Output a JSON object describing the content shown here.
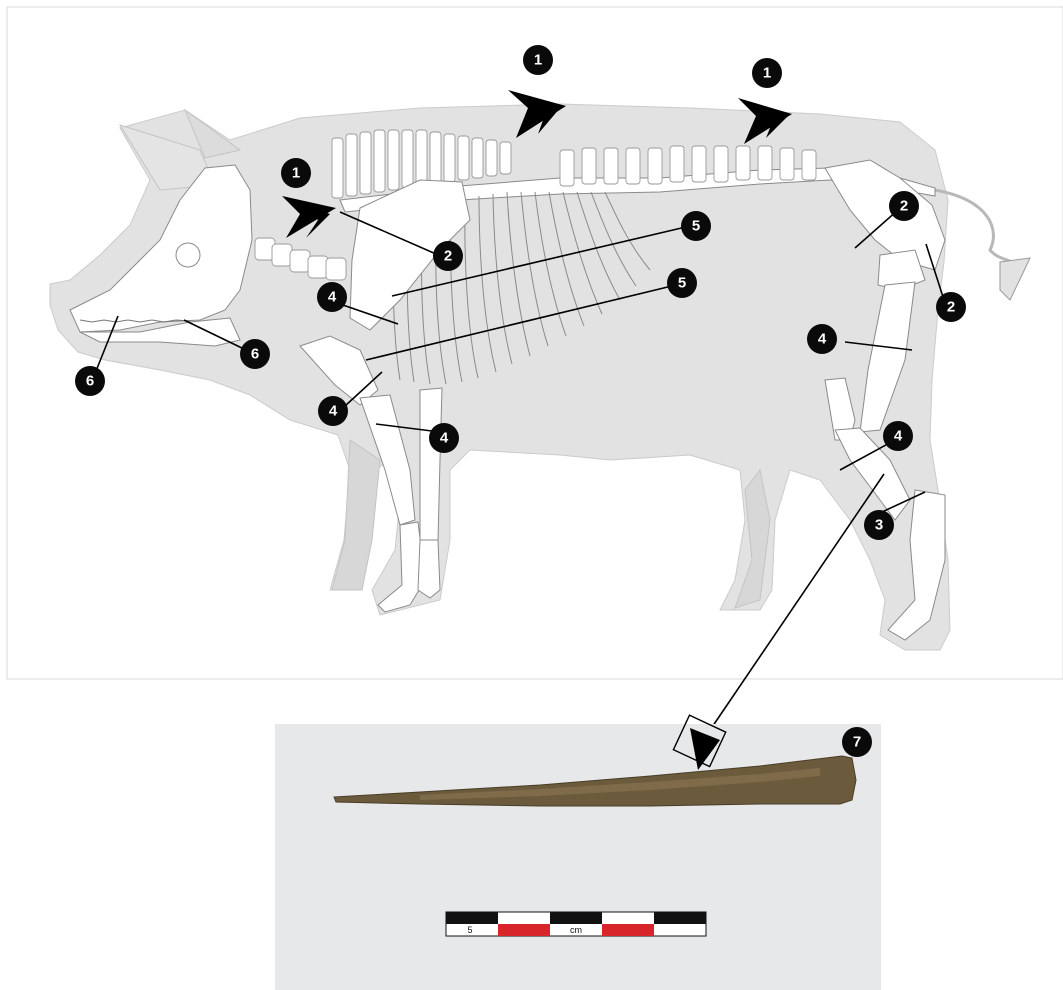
{
  "markers": [
    {
      "id": "m-thoracic",
      "label": "1"
    },
    {
      "id": "m-lumbar",
      "label": "1"
    },
    {
      "id": "m-cervical",
      "label": "1"
    },
    {
      "id": "m-cervical-2",
      "label": "2"
    },
    {
      "id": "m-femur-2",
      "label": "2"
    },
    {
      "id": "m-hip-2",
      "label": "2"
    },
    {
      "id": "m-rib-5a",
      "label": "5"
    },
    {
      "id": "m-rib-5b",
      "label": "5"
    },
    {
      "id": "m-scapula-4",
      "label": "4"
    },
    {
      "id": "m-humerus-4",
      "label": "4"
    },
    {
      "id": "m-radius-4",
      "label": "4"
    },
    {
      "id": "m-femur-4",
      "label": "4"
    },
    {
      "id": "m-tibia-4",
      "label": "4"
    },
    {
      "id": "m-tarsal-3",
      "label": "3"
    },
    {
      "id": "m-jaw-6a",
      "label": "6"
    },
    {
      "id": "m-jaw-6b",
      "label": "6"
    },
    {
      "id": "m-photo-7",
      "label": "7"
    }
  ],
  "scale_bar": {
    "left_label": "5",
    "unit_label": "cm"
  },
  "colors": {
    "silhouette": "#e2e2e2",
    "silhouette_stroke": "#c9c9c9",
    "photo_background": "#e6e8ea",
    "bone_artifact": "#6b5a3c",
    "scale_red": "#d8242b",
    "scale_black": "#111111"
  }
}
